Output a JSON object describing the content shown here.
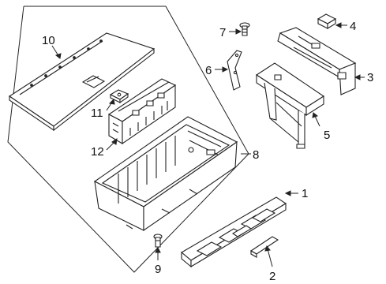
{
  "diagram": {
    "callouts": [
      {
        "id": "1",
        "label": "1"
      },
      {
        "id": "2",
        "label": "2"
      },
      {
        "id": "3",
        "label": "3"
      },
      {
        "id": "4",
        "label": "4"
      },
      {
        "id": "5",
        "label": "5"
      },
      {
        "id": "6",
        "label": "6"
      },
      {
        "id": "7",
        "label": "7"
      },
      {
        "id": "8",
        "label": "8"
      },
      {
        "id": "9",
        "label": "9"
      },
      {
        "id": "10",
        "label": "10"
      },
      {
        "id": "11",
        "label": "11"
      },
      {
        "id": "12",
        "label": "12"
      }
    ]
  },
  "style": {
    "line_color": "#222222",
    "background": "#ffffff"
  }
}
